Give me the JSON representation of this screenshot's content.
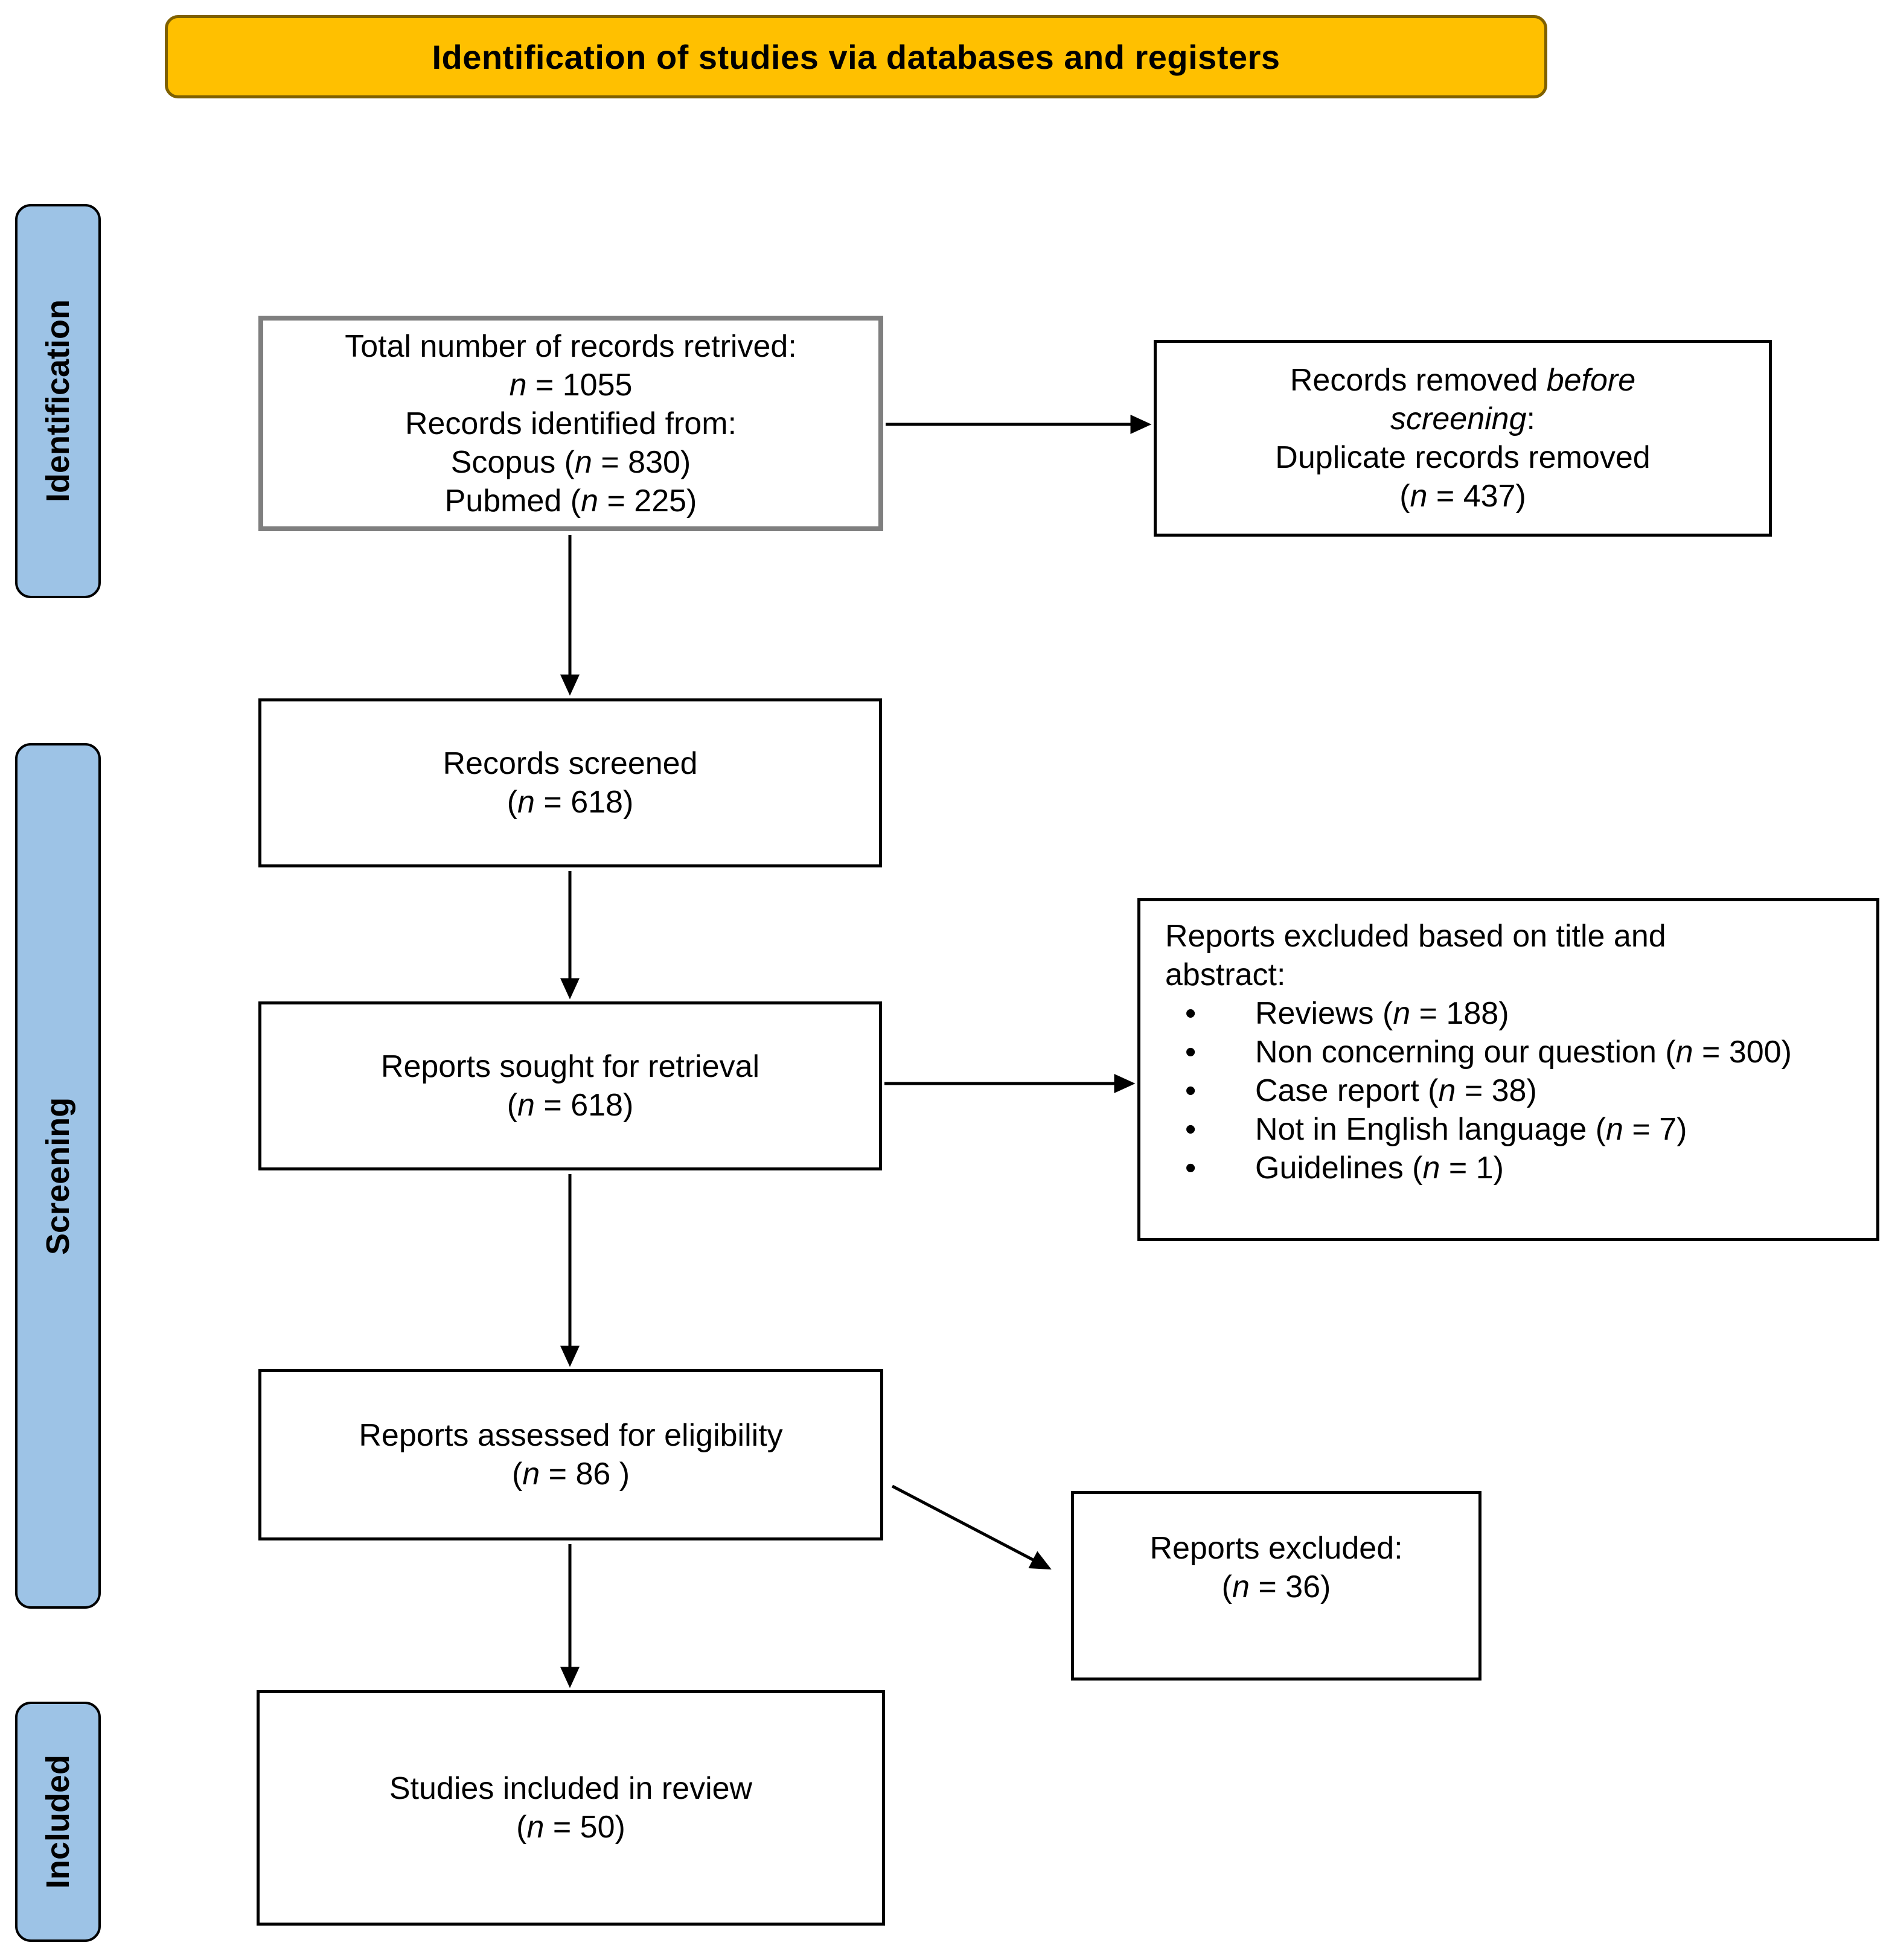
{
  "banner": {
    "label": "Identification of studies via databases and registers"
  },
  "stages": [
    {
      "id": "identification",
      "label": "Identification"
    },
    {
      "id": "screening",
      "label": "Screening"
    },
    {
      "id": "included",
      "label": "Included"
    }
  ],
  "bullet_char": "•",
  "colors": {
    "banner_bg": "#FFC000",
    "banner_border": "#7F6000",
    "stage_bg": "#9DC3E6",
    "box1_border": "#7F7F7F",
    "line_color": "#000000"
  },
  "boxes": {
    "records_retrieved": {
      "lines": [
        [
          {
            "t": "Total number of records retrived:"
          }
        ],
        [
          {
            "t": "n",
            "i": true
          },
          {
            "t": " = 1055"
          }
        ],
        [
          {
            "t": "Records identified from:"
          }
        ],
        [
          {
            "t": "Scopus ("
          },
          {
            "t": "n",
            "i": true
          },
          {
            "t": " = 830)"
          }
        ],
        [
          {
            "t": "Pubmed ("
          },
          {
            "t": "n",
            "i": true
          },
          {
            "t": " = 225)"
          }
        ]
      ]
    },
    "records_removed": {
      "lines": [
        [
          {
            "t": "Records removed "
          },
          {
            "t": "before",
            "i": true
          }
        ],
        [
          {
            "t": "screening",
            "i": true
          },
          {
            "t": ":"
          }
        ],
        [
          {
            "t": "Duplicate records removed"
          }
        ],
        [
          {
            "t": "("
          },
          {
            "t": "n",
            "i": true
          },
          {
            "t": " = 437)"
          }
        ]
      ]
    },
    "records_screened": {
      "lines": [
        [
          {
            "t": "Records screened"
          }
        ],
        [
          {
            "t": "("
          },
          {
            "t": "n",
            "i": true
          },
          {
            "t": " = 618)"
          }
        ]
      ]
    },
    "reports_sought": {
      "lines": [
        [
          {
            "t": "Reports sought for retrieval"
          }
        ],
        [
          {
            "t": "("
          },
          {
            "t": "n",
            "i": true
          },
          {
            "t": " = 618)"
          }
        ]
      ]
    },
    "reports_excluded_list": {
      "title_lines": [
        [
          {
            "t": "Reports excluded based on title and"
          }
        ],
        [
          {
            "t": "abstract:"
          }
        ]
      ],
      "bullets": [
        [
          {
            "t": "Reviews ("
          },
          {
            "t": "n",
            "i": true
          },
          {
            "t": " = 188)"
          }
        ],
        [
          {
            "t": "Non concerning our question ("
          },
          {
            "t": "n",
            "i": true
          },
          {
            "t": " = 300)"
          }
        ],
        [
          {
            "t": "Case report ("
          },
          {
            "t": "n",
            "i": true
          },
          {
            "t": " = 38)"
          }
        ],
        [
          {
            "t": "Not in English language ("
          },
          {
            "t": "n",
            "i": true
          },
          {
            "t": " = 7)"
          }
        ],
        [
          {
            "t": "Guidelines ("
          },
          {
            "t": "n",
            "i": true
          },
          {
            "t": " = 1)"
          }
        ]
      ]
    },
    "reports_assessed": {
      "lines": [
        [
          {
            "t": "Reports assessed for eligibility"
          }
        ],
        [
          {
            "t": "("
          },
          {
            "t": "n",
            "i": true
          },
          {
            "t": " = 86 )"
          }
        ]
      ]
    },
    "reports_excluded": {
      "lines": [
        [
          {
            "t": "Reports excluded:"
          }
        ],
        [
          {
            "t": "("
          },
          {
            "t": "n",
            "i": true
          },
          {
            "t": " = 36)"
          }
        ]
      ]
    },
    "studies_included": {
      "lines": [
        [
          {
            "t": "Studies included in review"
          }
        ],
        [
          {
            "t": "("
          },
          {
            "t": "n",
            "i": true
          },
          {
            "t": " = 50)"
          }
        ]
      ]
    }
  }
}
